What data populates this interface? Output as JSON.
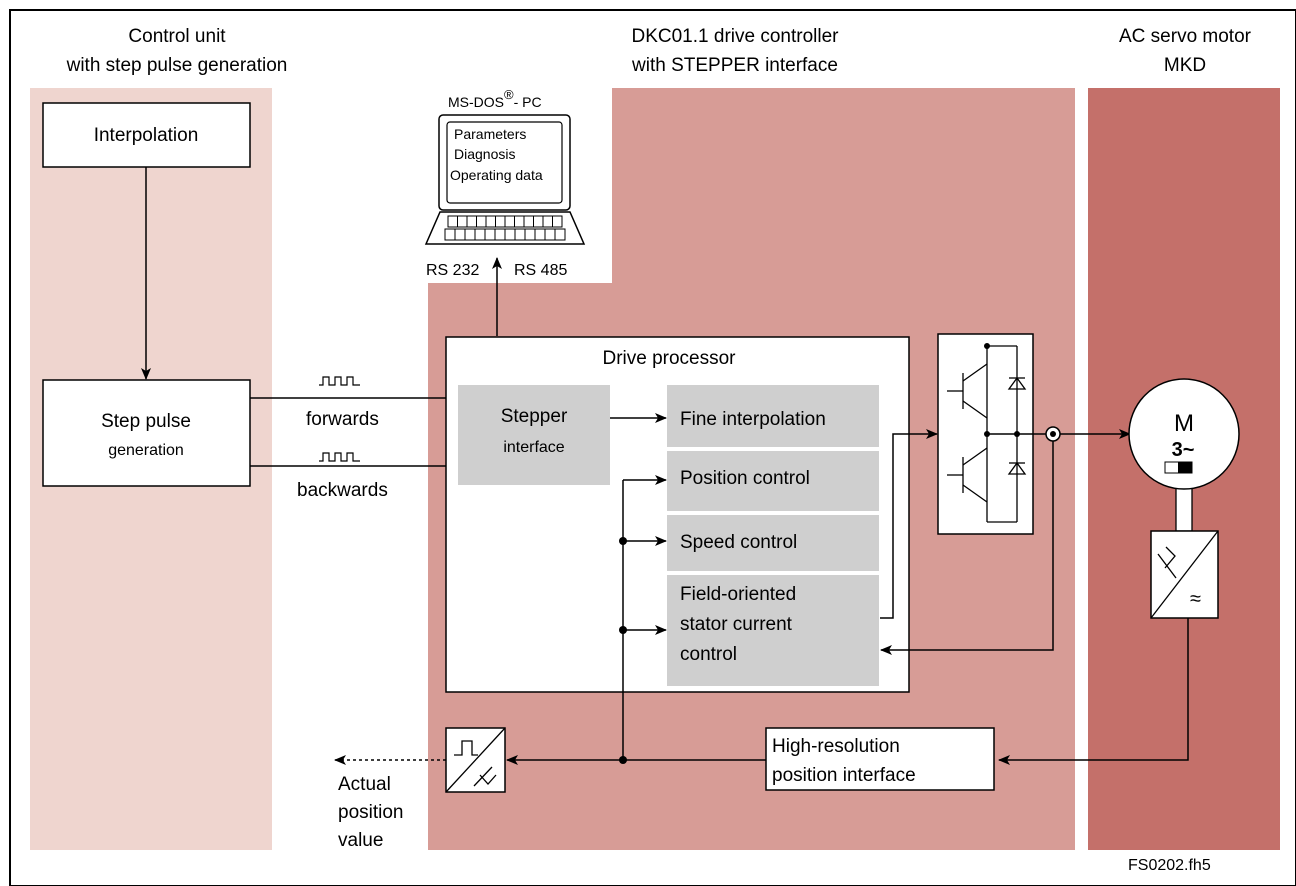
{
  "headers": {
    "control_unit": [
      "Control unit",
      "with step pulse generation"
    ],
    "drive_controller": [
      "DKC01.1 drive controller",
      "with STEPPER interface"
    ],
    "motor": [
      "AC servo motor",
      "MKD"
    ]
  },
  "pc": {
    "label": "MS-DOS",
    "label_sup": "®",
    "label_suffix": "- PC",
    "screen_lines": [
      "Parameters",
      "Diagnosis",
      "Operating data"
    ],
    "port_left": "RS 232",
    "port_right": "RS 485"
  },
  "control_unit": {
    "interpolation": "Interpolation",
    "step_pulse_generation": [
      "Step pulse",
      "generation"
    ]
  },
  "signals": {
    "forwards": "forwards",
    "backwards": "backwards"
  },
  "drive_processor": {
    "title": "Drive processor",
    "stepper_interface": [
      "Stepper",
      "interface"
    ],
    "fine_interpolation": "Fine interpolation",
    "position_control": "Position control",
    "speed_control": "Speed control",
    "field_oriented": [
      "Field-oriented",
      "stator current",
      "control"
    ]
  },
  "motor": {
    "symbol": "M",
    "phases": "3~"
  },
  "encoder": {
    "position_interface": [
      "High-resolution",
      "position interface"
    ]
  },
  "actual_position": [
    "Actual",
    "position",
    "value"
  ],
  "figure_id": "FS0202.fh5",
  "colors": {
    "control_zone": "#efd5cf",
    "drive_zone": "#d79c96",
    "motor_zone": "#c4706a",
    "grey_block": "#cfcfcf"
  }
}
